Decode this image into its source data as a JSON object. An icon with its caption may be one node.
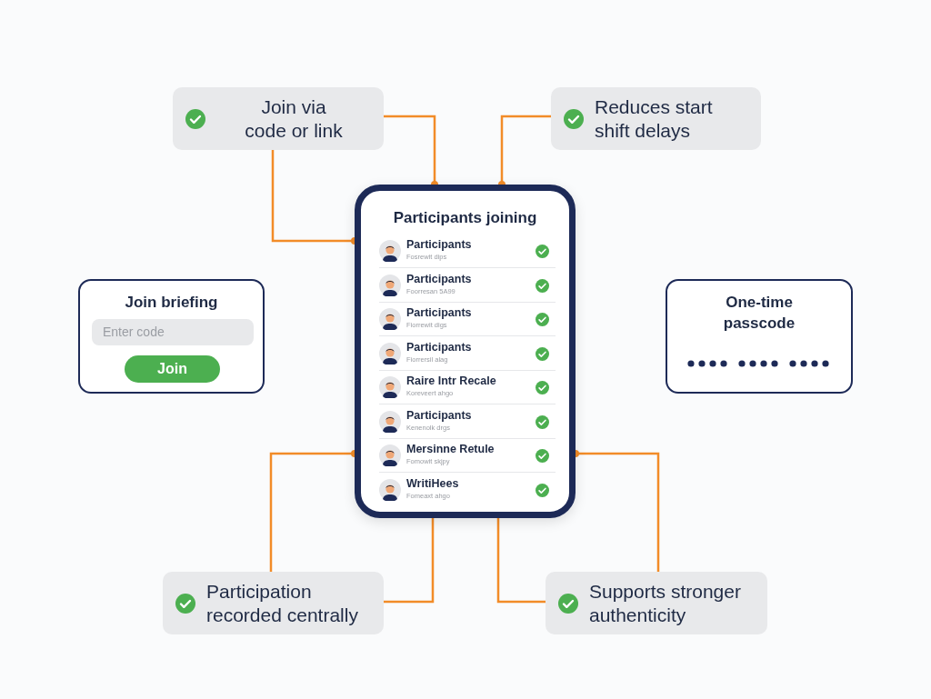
{
  "diagram": {
    "nodes": [
      {
        "text": [
          "Join via code or link"
        ]
      },
      {
        "text": [
          "Reduces start shift delays"
        ]
      },
      {
        "text": [
          "Participants joining"
        ]
      },
      {
        "text": [
          "Join briefing"
        ]
      },
      {
        "text": [
          "Enter code"
        ],
        "in": 3
      },
      {
        "text": [
          "Join"
        ],
        "in": 3
      },
      {
        "text": [
          "One-time passcode"
        ]
      },
      {
        "text": [
          "Participation recorded centrally"
        ]
      },
      {
        "text": [
          "Supports stronger authenticity"
        ]
      }
    ],
    "edges": [
      {
        "from": 0,
        "to": 2,
        "arrow": "other"
      },
      {
        "from": 0,
        "to": 2,
        "arrow": "other"
      },
      {
        "from": 1,
        "to": 2,
        "arrow": "other"
      },
      {
        "from": 7,
        "to": 2,
        "arrow": "other"
      },
      {
        "from": 7,
        "to": 2,
        "arrow": "none"
      },
      {
        "from": 8,
        "to": 2,
        "arrow": "none"
      },
      {
        "from": 8,
        "to": 2,
        "arrow": "other"
      }
    ],
    "labels": [
      "Participants",
      "Fosrewit dips",
      "Participants",
      "Foorresan 5A99",
      "Participants",
      "Fiorrewit digs",
      "Participants",
      "Fiorrersil alag",
      "Raire Intr Recale",
      "Koreveert ahgo",
      "Participants",
      "Kenenolk drgs",
      "Mersinne Retule",
      "Fomowit skjpy",
      "WritiHees",
      "Fomeaxt ahgo"
    ]
  }
}
